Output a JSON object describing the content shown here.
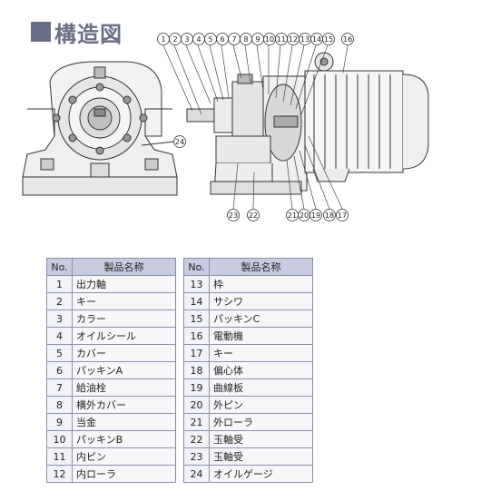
{
  "title": "構造図",
  "diagram": {
    "callouts_top": [
      "1",
      "2",
      "3",
      "4",
      "5",
      "6",
      "7",
      "8",
      "9",
      "10",
      "11",
      "12",
      "13",
      "14",
      "15",
      "16"
    ],
    "callouts_bottom": [
      "23",
      "22",
      "21",
      "20",
      "19",
      "18",
      "17"
    ],
    "callout_left": "24"
  },
  "table": {
    "header_no": "No.",
    "header_name": "製品名称",
    "left_rows": [
      {
        "no": "1",
        "name": "出力軸"
      },
      {
        "no": "2",
        "name": "キー"
      },
      {
        "no": "3",
        "name": "カラー"
      },
      {
        "no": "4",
        "name": "オイルシール"
      },
      {
        "no": "5",
        "name": "カバー"
      },
      {
        "no": "6",
        "name": "パッキンA"
      },
      {
        "no": "7",
        "name": "給油栓"
      },
      {
        "no": "8",
        "name": "横外カバー"
      },
      {
        "no": "9",
        "name": "当金"
      },
      {
        "no": "10",
        "name": "パッキンB"
      },
      {
        "no": "11",
        "name": "内ピン"
      },
      {
        "no": "12",
        "name": "内ローラ"
      }
    ],
    "right_rows": [
      {
        "no": "13",
        "name": "枠"
      },
      {
        "no": "14",
        "name": "サシワ"
      },
      {
        "no": "15",
        "name": "パッキンC"
      },
      {
        "no": "16",
        "name": "電動機"
      },
      {
        "no": "17",
        "name": "キー"
      },
      {
        "no": "18",
        "name": "偏心体"
      },
      {
        "no": "19",
        "name": "曲線板"
      },
      {
        "no": "20",
        "name": "外ピン"
      },
      {
        "no": "21",
        "name": "外ローラ"
      },
      {
        "no": "22",
        "name": "玉軸受"
      },
      {
        "no": "23",
        "name": "玉軸受"
      },
      {
        "no": "24",
        "name": "オイルゲージ"
      }
    ]
  }
}
